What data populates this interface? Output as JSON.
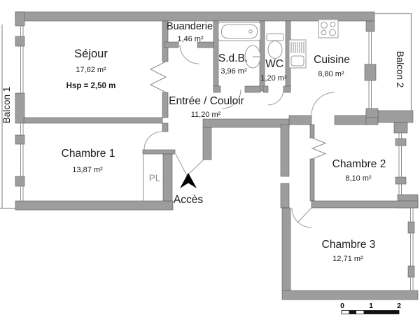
{
  "plan": {
    "rooms": [
      {
        "name": "Séjour",
        "area": "17,62 m²",
        "note": "Hsp = 2,50 m"
      },
      {
        "name": "Buanderie",
        "area": "1,46 m²"
      },
      {
        "name": "S.d.B.",
        "area": "3,96 m²"
      },
      {
        "name": "WC",
        "area": "1,20 m²"
      },
      {
        "name": "Cuisine",
        "area": "8,80 m²"
      },
      {
        "name": "Entrée / Couloir",
        "area": "11,20 m²"
      },
      {
        "name": "Chambre 1",
        "area": "13,87 m²"
      },
      {
        "name": "Chambre 2",
        "area": "8,10 m²"
      },
      {
        "name": "Chambre 3",
        "area": "12,71 m²"
      }
    ],
    "balconies": [
      {
        "name": "Balcon 1"
      },
      {
        "name": "Balcon 2"
      }
    ],
    "closet_label": "PL",
    "access_label": "Accès",
    "scale_ticks": [
      "0",
      "1",
      "2"
    ],
    "colors": {
      "wall": "#9d9d9d",
      "wall_edge": "#5a5a5a",
      "thin_line": "#8f8f8f",
      "text": "#1c1c1c",
      "muted_text": "#909090",
      "arrow": "#000000",
      "background": "#ffffff"
    }
  }
}
